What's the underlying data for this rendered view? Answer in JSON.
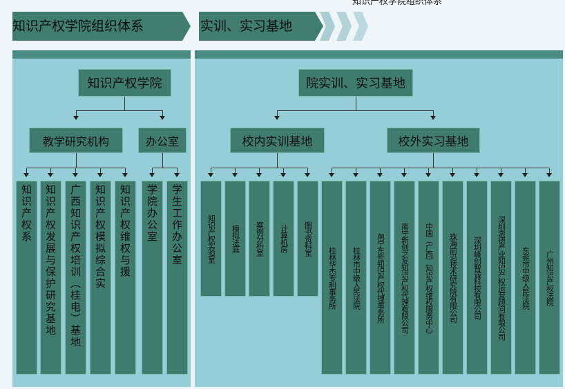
{
  "header": {
    "top_cut": "知识产权学院组织体系",
    "tab1": "知识产权学院组织体系",
    "tab2": "实训、实习基地"
  },
  "left": {
    "root": "知识产权学院",
    "branches": [
      {
        "label": "教学研究机构",
        "children": [
          "知识产权系",
          "知识产权发展与保护研究基地",
          "广西知识产权培训（桂电）基地",
          "知识产权模拟综合实",
          "知识产权维权与援"
        ]
      },
      {
        "label": "办公室",
        "children": [
          "学院办公室",
          "学生工作办公室"
        ]
      }
    ]
  },
  "right": {
    "root": "院实训、实习基地",
    "branches": [
      {
        "label": "校内实训基地",
        "children": [
          "知识产权实验室",
          "模拟法庭",
          "案例分析室",
          "计算机房",
          "图书资料室"
        ]
      },
      {
        "label": "校外实习基地",
        "children": [
          "桂林华杰专利事务所",
          "桂林市中级人民法院",
          "南宁东哲知识产权代理事务所",
          "南宁新创之友知识产权代理有限公司",
          "中国（广西）知识产权维权服务中心",
          "珠海前沿技术研究院有限公司",
          "深圳峰创智诚科技有限公司",
          "深圳崇德产业知识产权运营顾问有限公司",
          "东莞市中级人民法院",
          "广州知识产权法院"
        ]
      }
    ]
  }
}
